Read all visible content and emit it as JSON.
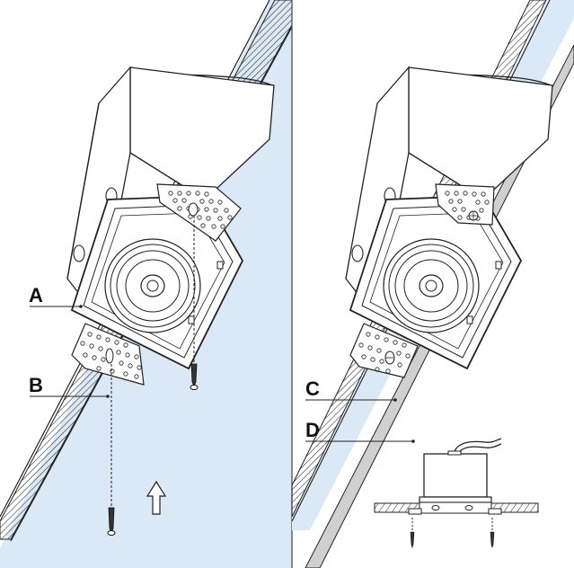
{
  "labels": {
    "a": "A",
    "b": "B",
    "c": "C",
    "d": "D"
  },
  "colors": {
    "ceiling_fill": "#dbe8f5",
    "line": "#222222",
    "panel_divider": "#444444"
  },
  "icons": {
    "push_direction": "up-arrow-icon",
    "screw": "screw-icon"
  }
}
